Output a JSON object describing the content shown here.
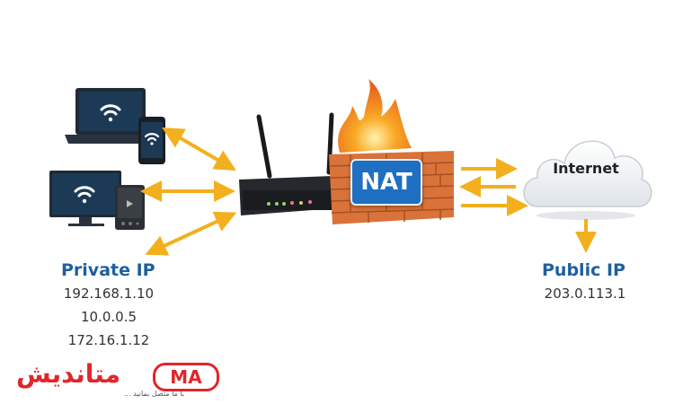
{
  "diagram": {
    "title": "NAT network diagram",
    "nat_label": "NAT",
    "internet_label": "Internet",
    "private_section": {
      "title": "Private IP",
      "addresses": [
        "192.168.1.10",
        "10.0.0.5",
        "172.16.1.12"
      ]
    },
    "public_section": {
      "title": "Public IP",
      "addresses": [
        "203.0.113.1"
      ]
    },
    "devices": [
      "laptop",
      "smartphone",
      "desktop-monitor",
      "tablet"
    ],
    "colors": {
      "arrow": "#f2b01e",
      "label_blue": "#1e5fa0",
      "nat_box": "#1f6fc2",
      "brick": "#d9733a",
      "screen": "#1c3a55"
    }
  },
  "logo": {
    "name": "متاندیش",
    "badge": "MA",
    "tagline": "با ما متصل بمانید ..."
  }
}
